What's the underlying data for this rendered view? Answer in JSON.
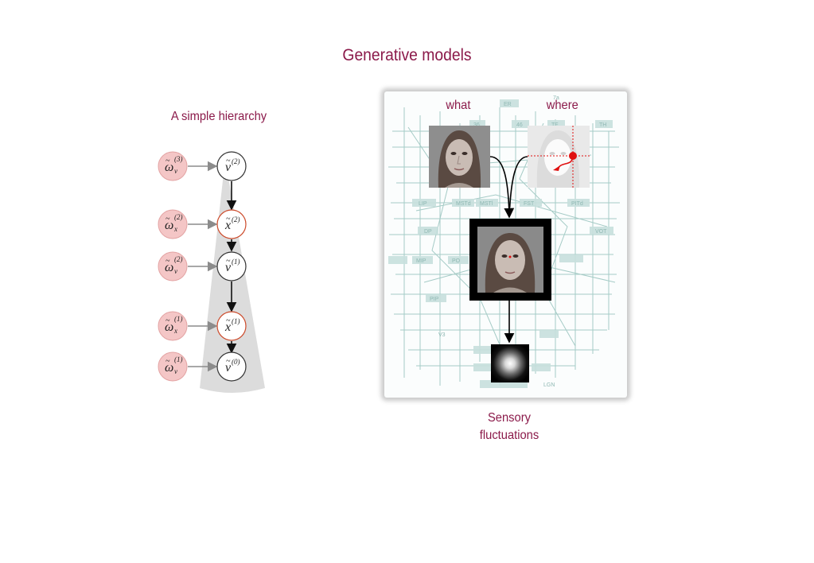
{
  "header": {
    "title": "Generative models"
  },
  "left": {
    "subtitle": "A simple hierarchy",
    "nodes": [
      {
        "base": "ω",
        "sub": "v",
        "sup": "(3)"
      },
      {
        "base": "v",
        "sup": "(2)"
      },
      {
        "base": "ω",
        "sub": "x",
        "sup": "(2)"
      },
      {
        "base": "x",
        "sup": "(2)"
      },
      {
        "base": "ω",
        "sub": "v",
        "sup": "(2)"
      },
      {
        "base": "v",
        "sup": "(1)"
      },
      {
        "base": "ω",
        "sub": "x",
        "sup": "(1)"
      },
      {
        "base": "x",
        "sup": "(1)"
      },
      {
        "base": "ω",
        "sub": "v",
        "sup": "(1)"
      },
      {
        "base": "v",
        "sup": "(0)"
      }
    ]
  },
  "right": {
    "what_label": "what",
    "where_label": "where",
    "caption_line1": "Sensory",
    "caption_line2": "fluctuations",
    "brain_region_labels": [
      "LIP",
      "MSTd",
      "MSTl",
      "FST",
      "PITd",
      "DP",
      "MIP",
      "PO",
      "VOT",
      "PIP",
      "V3",
      "LGN",
      "7a",
      "46",
      "TF",
      "TH",
      "ER",
      "36"
    ]
  },
  "colors": {
    "accent": "#8b1a4a",
    "cause_fill": "#f4c6c6",
    "hidden_state_stroke": "#cc4a2a",
    "cone": "#dcdcdc",
    "network": "#6aa6a0",
    "marker": "#e01010"
  }
}
